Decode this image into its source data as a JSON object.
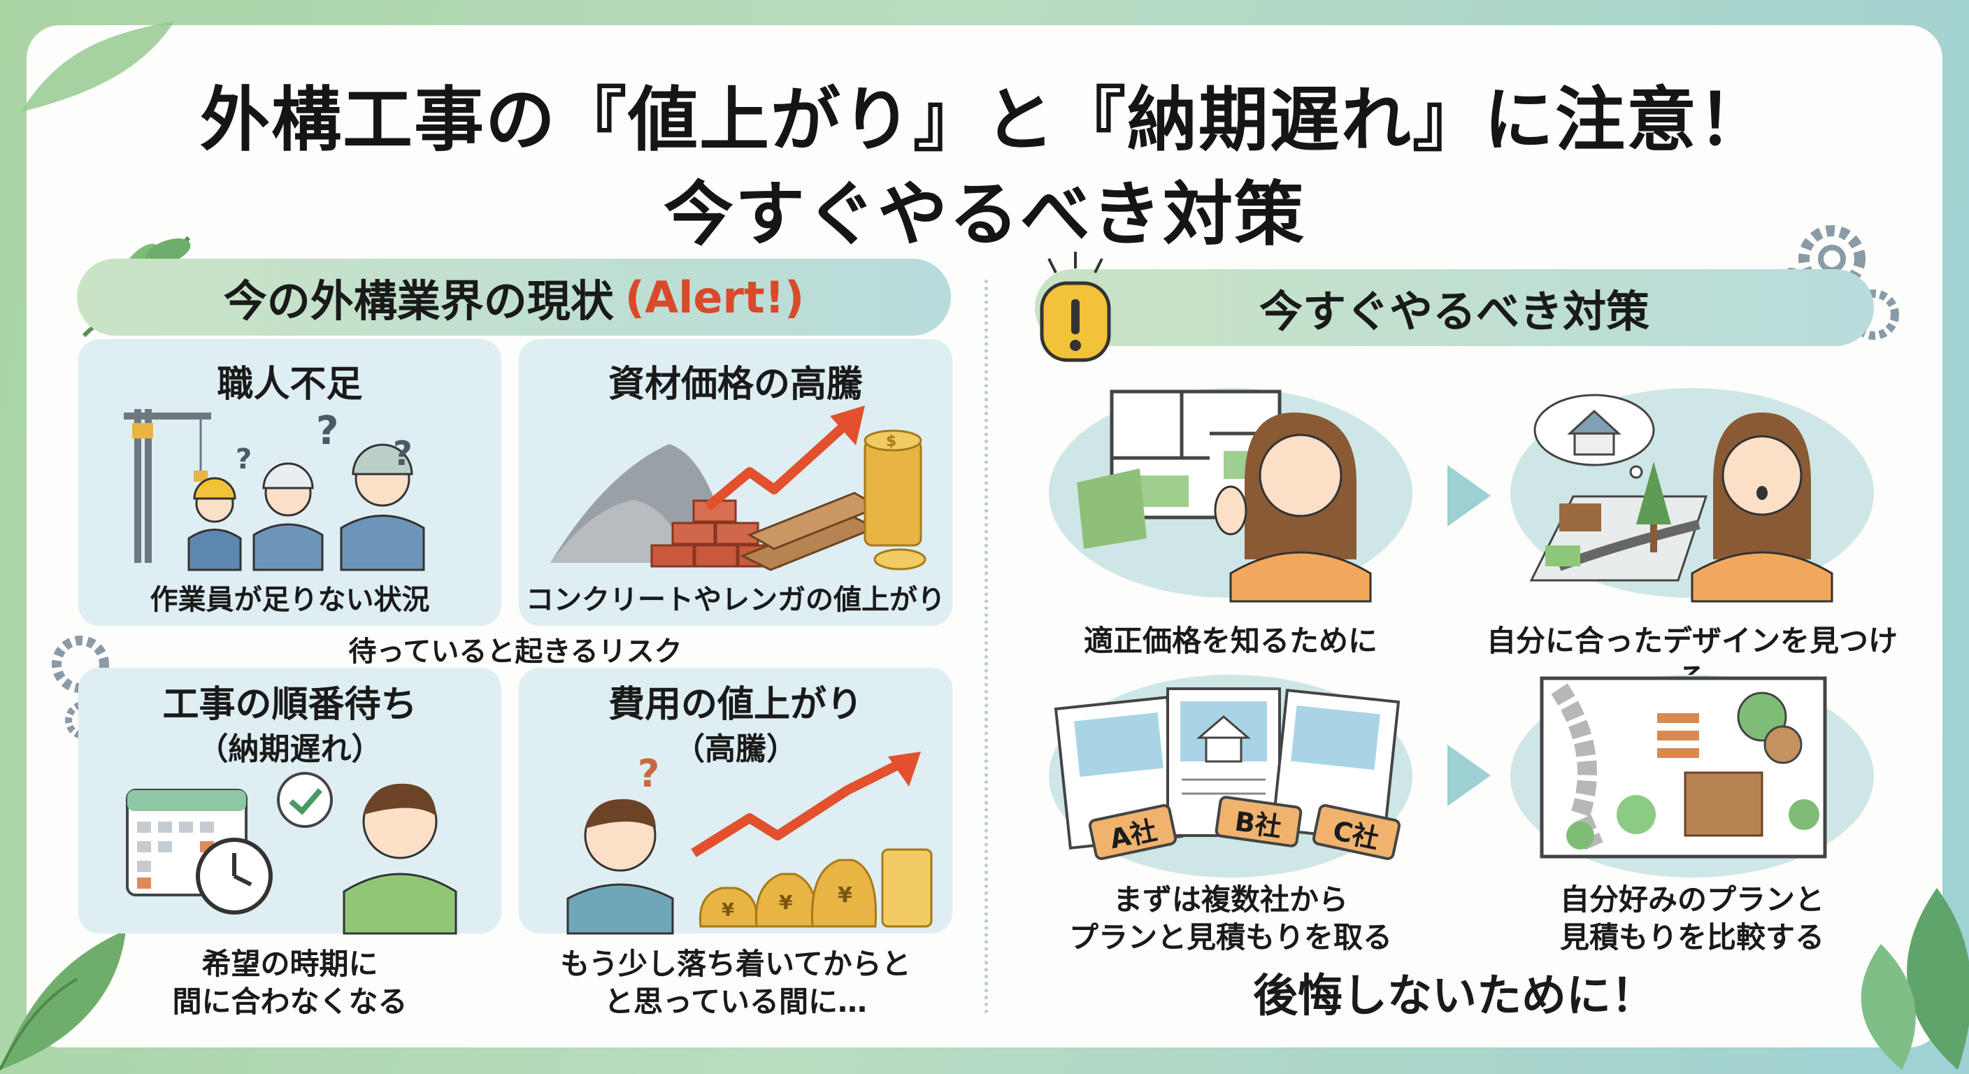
{
  "title": {
    "line1": "外構工事の『値上がり』と『納期遅れ』に注意！",
    "line2": "今すぐやるべき対策"
  },
  "left": {
    "header": "今の外構業界の現状",
    "header_alert": "(Alert!)",
    "cards": [
      {
        "title": "職人不足",
        "subtitle": "",
        "caption": "作業員が足りない状況"
      },
      {
        "title": "資材価格の高騰",
        "subtitle": "",
        "caption": "コンクリートやレンガの値上がり"
      },
      {
        "title": "工事の順番待ち",
        "subtitle": "（納期遅れ）",
        "caption_line1": "希望の時期に",
        "caption_line2": "間に合わなくなる"
      },
      {
        "title": "費用の値上がり",
        "subtitle": "（高騰）",
        "caption_line1": "もう少し落ち着いてからと",
        "caption_line2": "と思っている間に…"
      }
    ],
    "middle_label": "待っていると起きるリスク"
  },
  "right": {
    "header": "今すぐやるべき対策",
    "steps": [
      {
        "caption": "適正価格を知るために"
      },
      {
        "caption": "自分に合ったデザインを見つける"
      },
      {
        "caption_line1": "まずは複数社から",
        "caption_line2": "プランと見積もりを取る"
      },
      {
        "caption_line1": "自分好みのプランと",
        "caption_line2": "見積もりを比較する"
      }
    ],
    "company_tags": [
      "A社",
      "B社",
      "C社"
    ],
    "footer": "後悔しないために！"
  },
  "illustration_labels": {
    "yen": "¥",
    "dollar": "$"
  },
  "colors": {
    "accent_alert": "#d84a2a",
    "card_bg": "#deeef3",
    "header_gradient_start": "#c9e3c4",
    "header_gradient_end": "#b8dcdc",
    "arrow_red": "#e2502e",
    "gold": "#e8b443",
    "arrow_teal": "#9dd0d2"
  }
}
